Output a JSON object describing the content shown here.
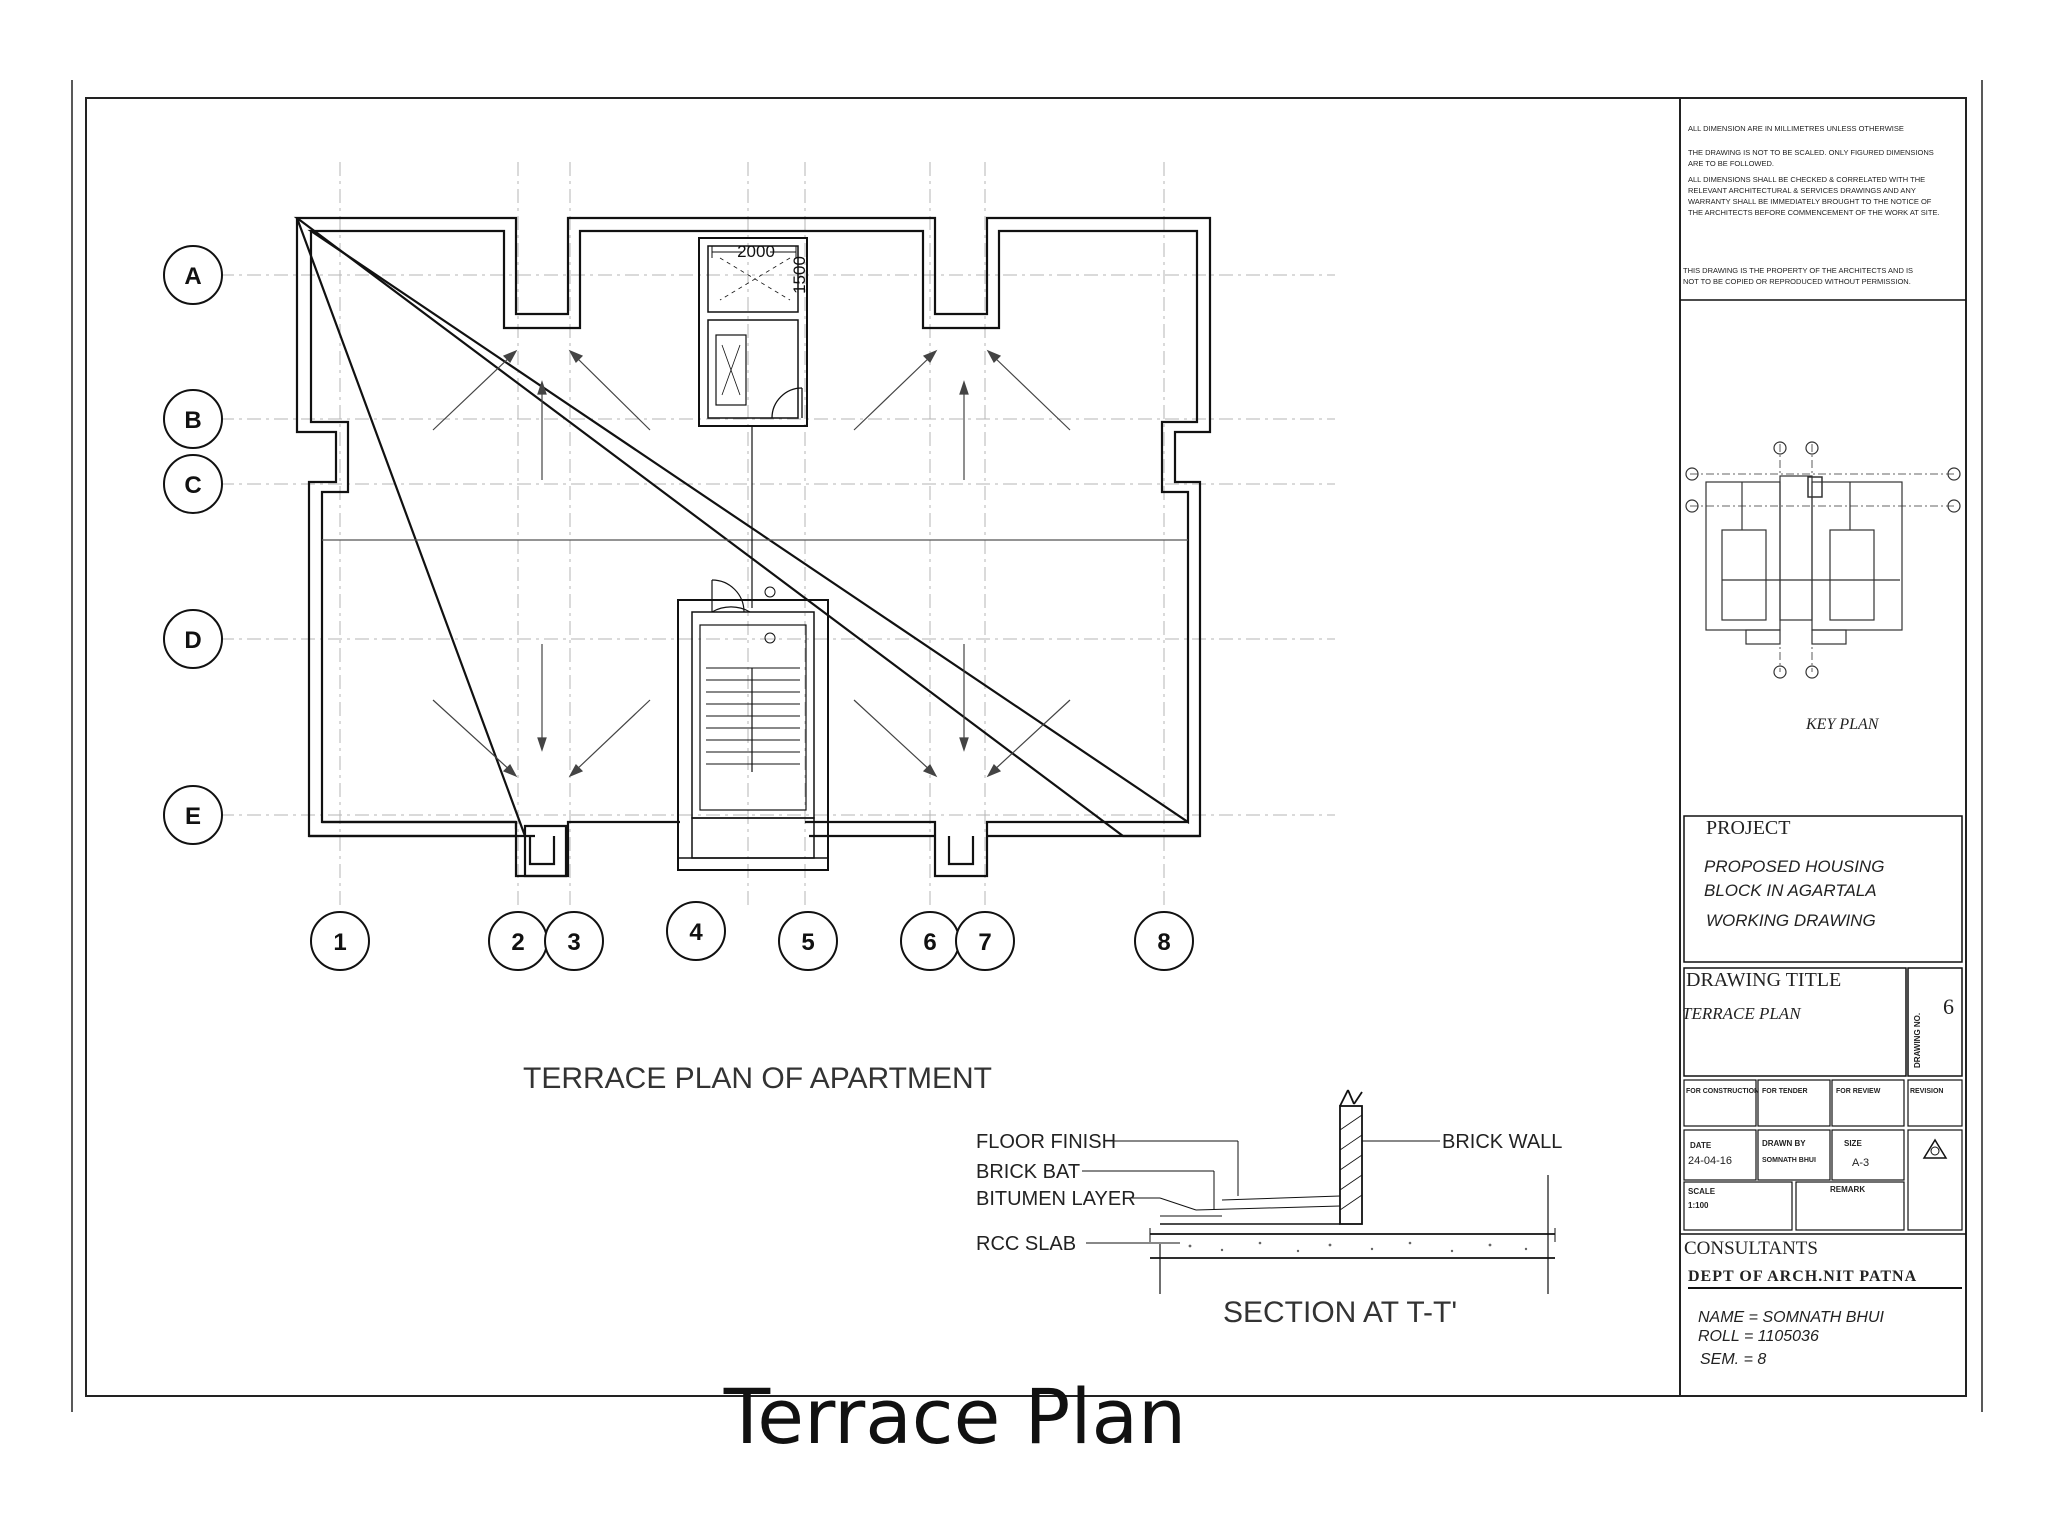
{
  "plan": {
    "grid_rows": [
      "A",
      "B",
      "C",
      "D",
      "E"
    ],
    "grid_cols": [
      "1",
      "2",
      "3",
      "4",
      "5",
      "6",
      "7",
      "8"
    ],
    "dim_width": "2000",
    "dim_depth": "1500",
    "title": "TERRACE PLAN OF APARTMENT"
  },
  "section": {
    "title": "SECTION AT T-T'",
    "labels": {
      "floor_finish": "FLOOR FINISH",
      "brick_bat": "BRICK BAT",
      "bitumen": "BITUMEN LAYER",
      "rcc": "RCC SLAB",
      "brick_wall": "BRICK WALL"
    }
  },
  "titleblock": {
    "notes": [
      "ALL DIMENSION ARE IN MILLIMETRES UNLESS OTHERWISE",
      "THE DRAWING IS NOT TO BE SCALED. ONLY FIGURED DIMENSIONS",
      "ARE TO BE FOLLOWED.",
      "ALL DIMENSIONS SHALL BE CHECKED & CORRELATED WITH THE",
      "RELEVANT ARCHITECTURAL & SERVICES DRAWINGS AND ANY",
      "WARRANTY SHALL BE IMMEDIATELY BROUGHT TO THE NOTICE OF",
      "THE ARCHITECTS BEFORE COMMENCEMENT OF THE WORK AT SITE."
    ],
    "property_note": [
      "THIS DRAWING IS THE PROPERTY OF THE ARCHITECTS AND IS",
      "NOT TO BE COPIED OR REPRODUCED WITHOUT PERMISSION."
    ],
    "key_plan_label": "KEY PLAN",
    "project_label": "PROJECT",
    "project_lines": [
      "PROPOSED HOUSING",
      "BLOCK IN AGARTALA",
      "WORKING DRAWING"
    ],
    "drawing_title_label": "DRAWING TITLE",
    "drawing_title": "TERRACE PLAN",
    "drawing_no_label": "DRAWING NO.",
    "drawing_no": "6",
    "status": [
      "FOR CONSTRUCTION",
      "FOR TENDER",
      "FOR REVIEW",
      "REVISION"
    ],
    "date_label": "DATE",
    "date": "24-04-16",
    "drawn_by_label": "DRAWN BY",
    "drawn_by": "SOMNATH BHUI",
    "size_label": "SIZE",
    "size": "A-3",
    "scale_label": "SCALE",
    "scale": "1:100",
    "remark_label": "REMARK",
    "consultants_label": "CONSULTANTS",
    "consultant": "DEPT OF ARCH.NIT PATNA",
    "name_line": "NAME = SOMNATH BHUI",
    "roll_line": "ROLL = 1105036",
    "sem_line": "SEM. = 8"
  },
  "caption": "Terrace Plan"
}
